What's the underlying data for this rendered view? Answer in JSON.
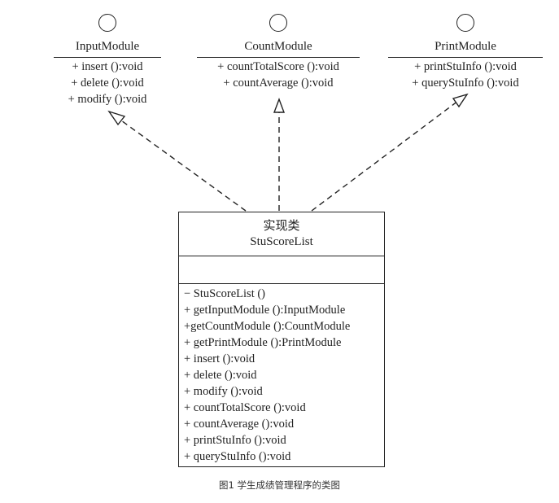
{
  "interfaces": [
    {
      "name": "InputModule",
      "methods": [
        "+ insert ():void",
        "+ delete ():void",
        "+ modify ():void"
      ]
    },
    {
      "name": "CountModule",
      "methods": [
        "+ countTotalScore ():void",
        "+ countAverage ():void"
      ]
    },
    {
      "name": "PrintModule",
      "methods": [
        "+ printStuInfo ():void",
        "+ queryStuInfo ():void"
      ]
    }
  ],
  "class": {
    "title_cn": "实现类",
    "title_en": "StuScoreList",
    "operations": [
      "− StuScoreList ()",
      "+ getInputModule ():InputModule",
      "+getCountModule ():CountModule",
      "+ getPrintModule ():PrintModule",
      "+ insert ():void",
      "+ delete ():void",
      "+ modify ():void",
      "+ countTotalScore ():void",
      "+ countAverage ():void",
      "+ printStuInfo ():void",
      "+ queryStuInfo ():void"
    ]
  },
  "caption": "图1  学生成绩管理程序的类图"
}
